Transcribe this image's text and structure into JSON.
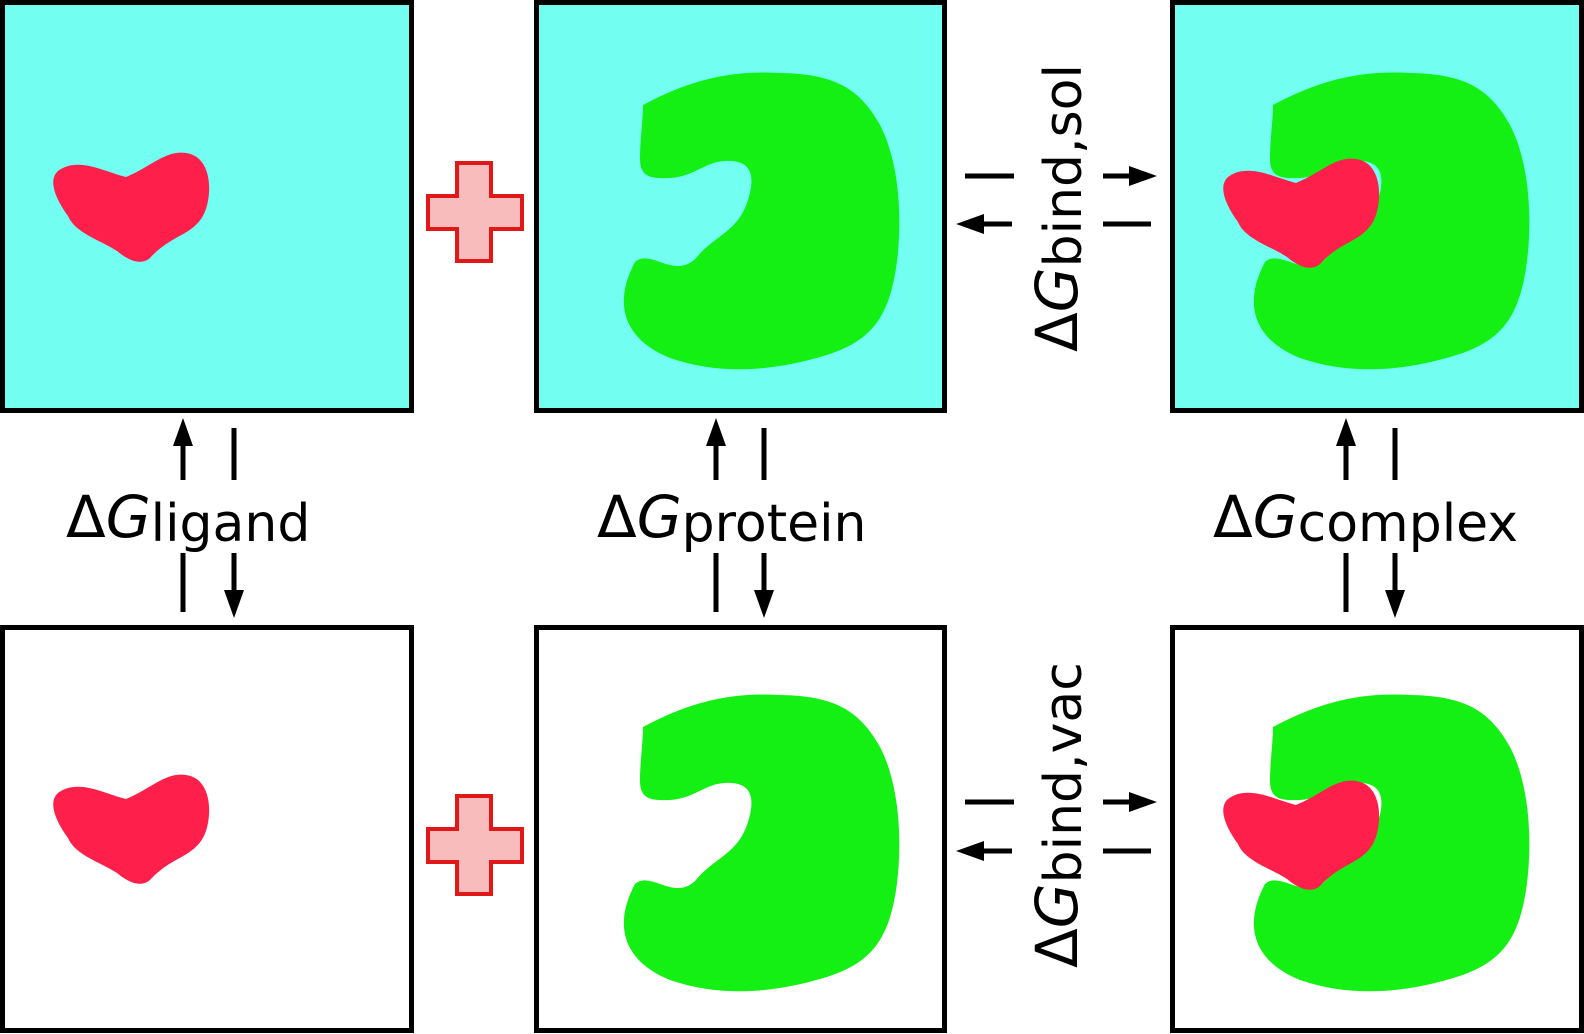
{
  "colors": {
    "solvent": "#72fff2",
    "vacuum": "#ffffff",
    "ligand": "#ff1f4b",
    "protein": "#14f014",
    "plus_fill": "#f9bcbc",
    "plus_stroke": "#e01818",
    "box_stroke": "#000000"
  },
  "icons": {
    "ligand": "ligand-blob",
    "protein": "protein-cshape",
    "plus": "plus-sign",
    "equilibrium": "equilibrium-half-arrows"
  },
  "labels": {
    "delta": "Δ",
    "g": "G",
    "ligand_sub": "ligand",
    "protein_sub": "protein",
    "complex_sub": "complex",
    "bind_sol_sub": "bind,sol",
    "bind_vac_sub": "bind,vac"
  }
}
